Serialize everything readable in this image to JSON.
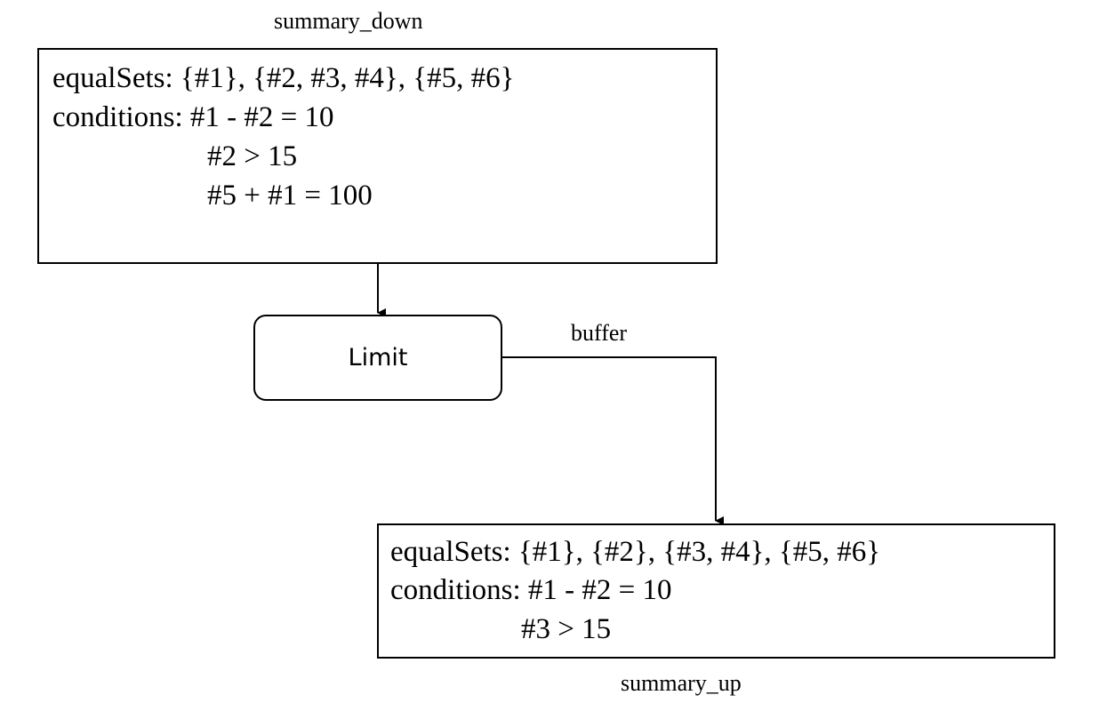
{
  "summary_down": {
    "title": "summary_down",
    "equal_sets": "equalSets: {#1}, {#2, #3, #4}, {#5, #6}",
    "conditions_label": "conditions: #1 - #2 = 10",
    "conditions": [
      "#2 > 15",
      "#5 + #1 = 100"
    ]
  },
  "operator": {
    "label": "Limit"
  },
  "edge": {
    "label": "buffer"
  },
  "summary_up": {
    "title": "summary_up",
    "equal_sets": "equalSets: {#1}, {#2}, {#3, #4}, {#5, #6}",
    "conditions_label": "conditions: #1 - #2 = 10",
    "conditions": [
      "#3 > 15"
    ]
  }
}
